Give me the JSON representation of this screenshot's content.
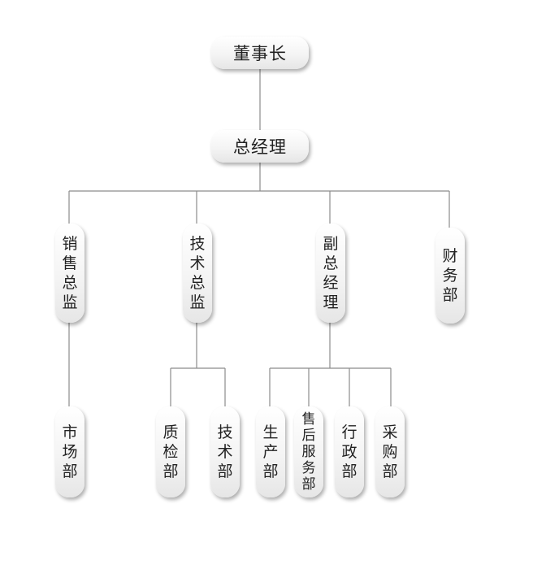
{
  "org_chart": {
    "top": {
      "chairman": "董事长",
      "general_manager": "总经理"
    },
    "directors": {
      "sales_director": "销售总监",
      "tech_director": "技术总监",
      "deputy_gm": "副总经理",
      "finance": "财务部"
    },
    "departments": {
      "market": "市场部",
      "quality": "质检部",
      "tech_dept": "技术部",
      "production": "生产部",
      "after_sales": "售后服务部",
      "admin": "行政部",
      "purchasing": "采购部"
    }
  }
}
